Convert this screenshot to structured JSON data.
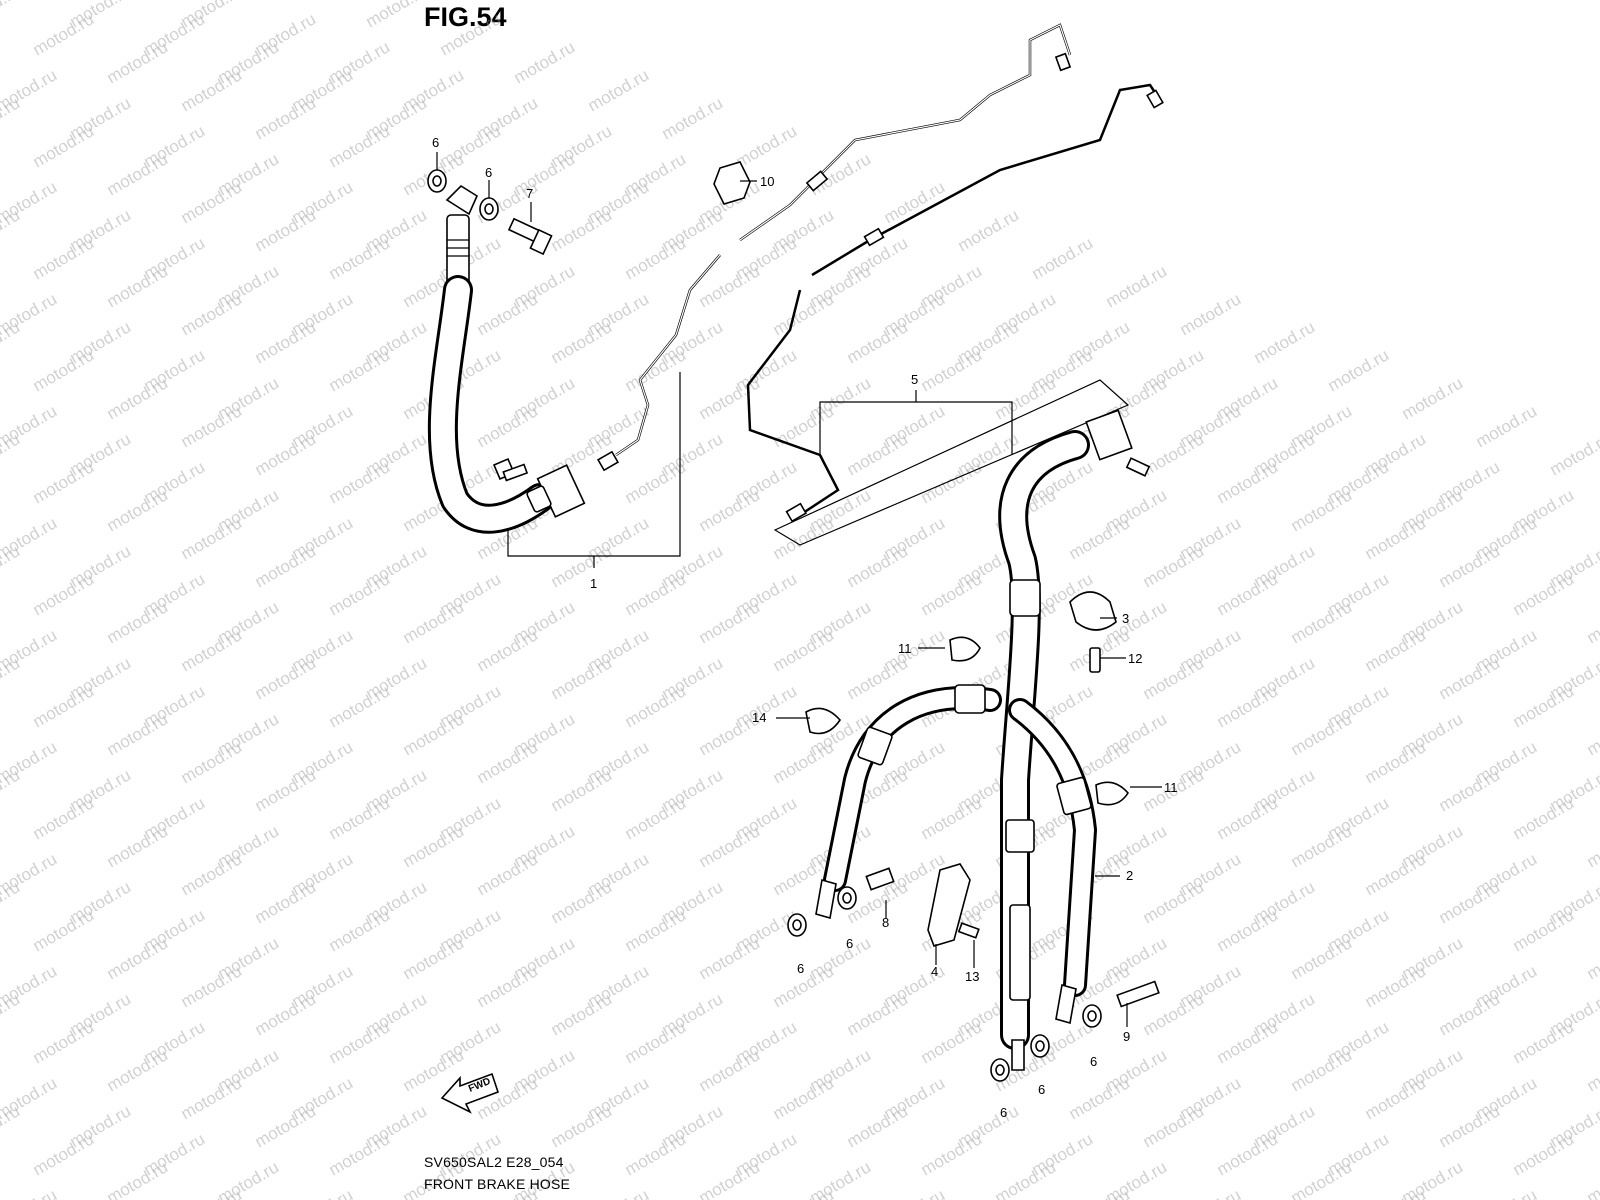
{
  "figure": {
    "title": "FIG.54",
    "model_code": "SV650SAL2 E28_054",
    "name": "FRONT BRAKE HOSE",
    "watermark": "motod.ru",
    "direction_label": "FWD"
  },
  "callouts": {
    "c1": "1",
    "c2": "2",
    "c3": "3",
    "c4": "4",
    "c5": "5",
    "c6a": "6",
    "c6b": "6",
    "c6c": "6",
    "c6d": "6",
    "c6e": "6",
    "c6f": "6",
    "c6g": "6",
    "c7": "7",
    "c8": "8",
    "c9": "9",
    "c10": "10",
    "c11a": "11",
    "c11b": "11",
    "c12": "12",
    "c13": "13",
    "c14": "14"
  }
}
